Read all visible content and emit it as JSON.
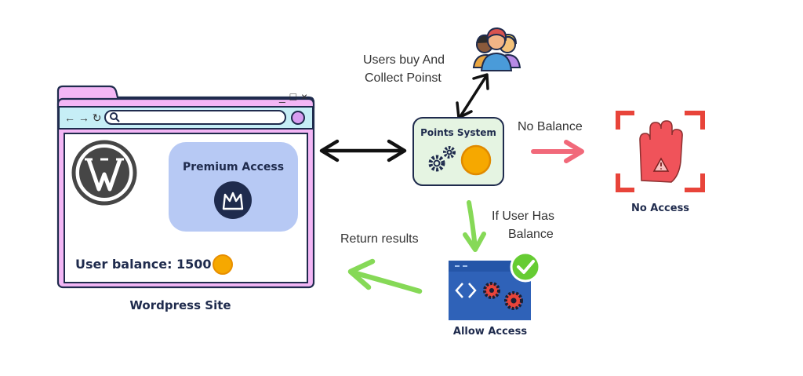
{
  "browser": {
    "window_controls": "_ □ ×",
    "nav_icons": "← → ↻",
    "caption": "Wordpress Site",
    "premium_label": "Premium Access",
    "balance_label": "User balance:",
    "balance_value": "1500",
    "colors": {
      "frame": "#f3b6f5",
      "toolbar": "#c6eef6",
      "premium_bg": "#b7c9f4",
      "navy": "#1f2b4d",
      "coin": "#f6a800"
    }
  },
  "users": {
    "label_line1": "Users buy And",
    "label_line2": "Collect Poinst",
    "icon": "users-group-icon"
  },
  "points_system": {
    "title": "Points System",
    "icon": "gears-icon",
    "box_color": "#e5f4e2"
  },
  "no_access": {
    "edge_label": "No Balance",
    "caption": "No Access",
    "icon": "stop-hand-icon",
    "color": "#e8443a"
  },
  "allow_access": {
    "edge_label_line1": "If User Has",
    "edge_label_line2": "Balance",
    "caption": "Allow Access",
    "icon": "code-gears-window-icon",
    "color": "#2f62b8",
    "check_color": "#66cc33"
  },
  "return_label": "Return results",
  "arrow_colors": {
    "black": "#111111",
    "red": "#f1697a",
    "green": "#86d957"
  }
}
